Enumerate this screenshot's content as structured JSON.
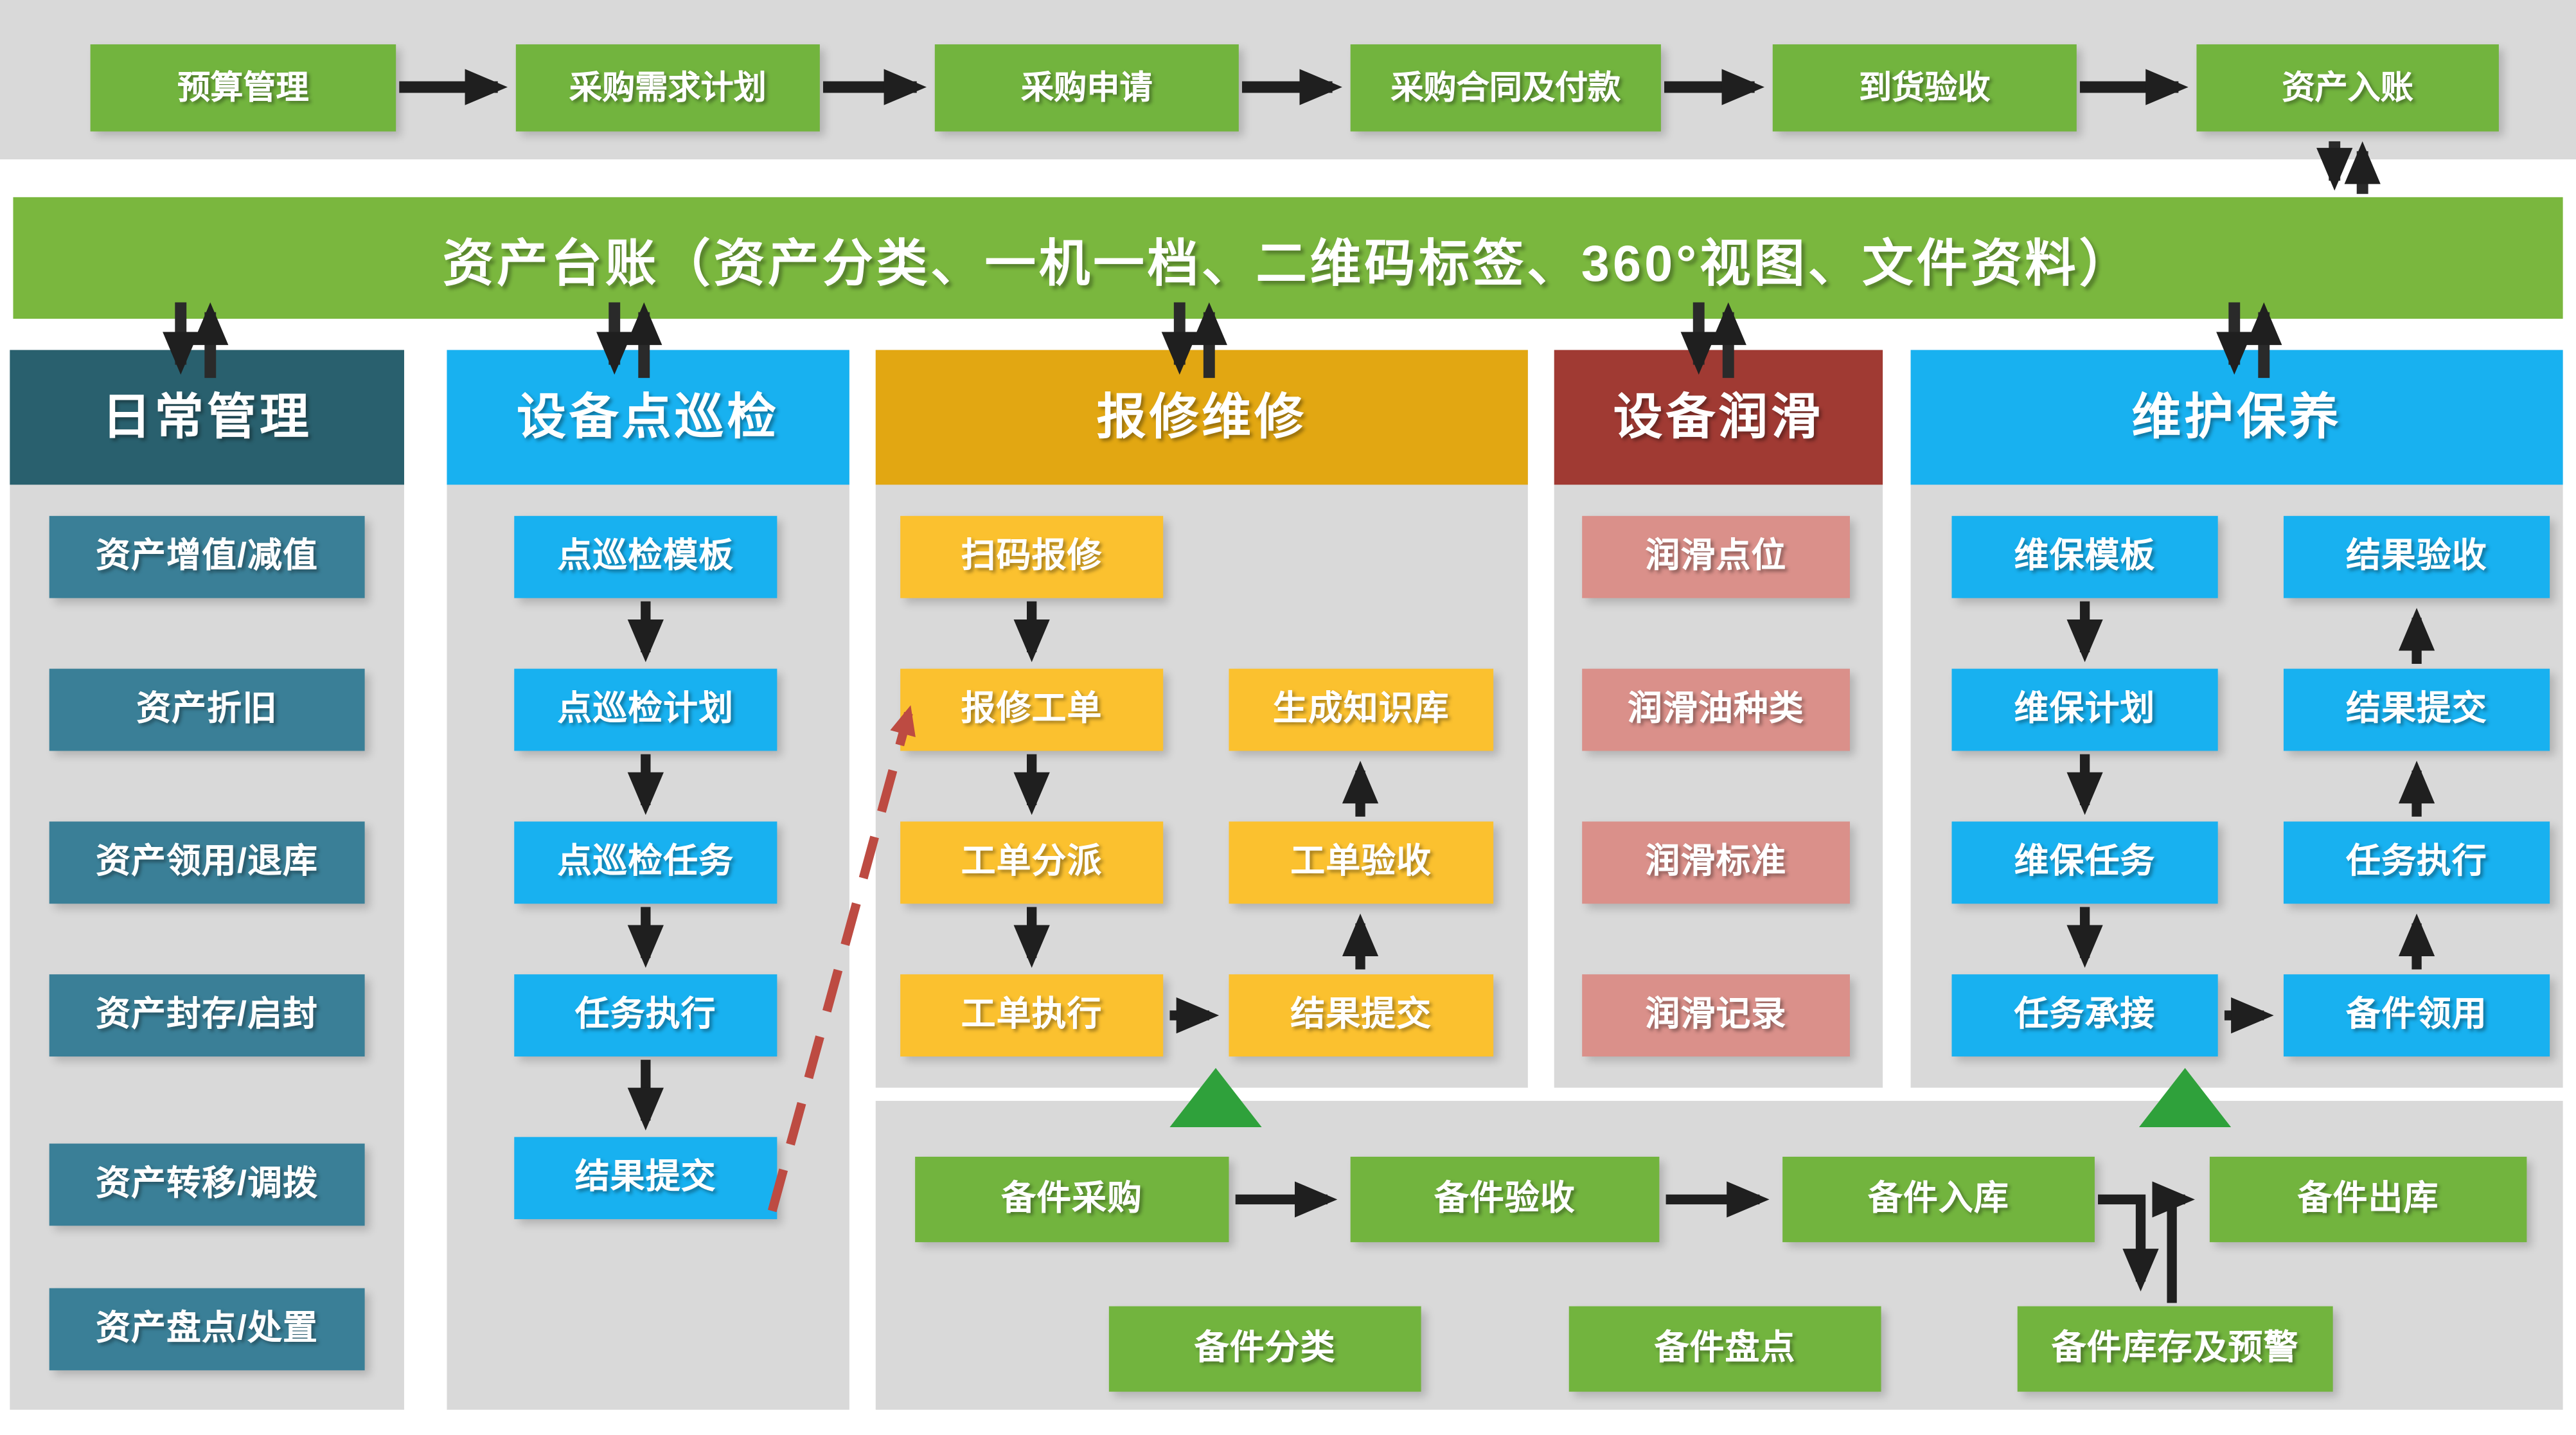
{
  "top_flow": {
    "steps": [
      "预算管理",
      "采购需求计划",
      "采购申请",
      "采购合同及付款",
      "到货验收",
      "资产入账"
    ]
  },
  "banner": {
    "label": "资产台账（资产分类、一机一档、二维码标签、360°视图、文件资料）"
  },
  "columns": [
    {
      "title": "日常管理",
      "items": [
        "资产增值/减值",
        "资产折旧",
        "资产领用/退库",
        "资产封存/启封",
        "资产转移/调拨",
        "资产盘点/处置"
      ]
    },
    {
      "title": "设备点巡检",
      "items": [
        "点巡检模板",
        "点巡检计划",
        "点巡检任务",
        "任务执行",
        "结果提交"
      ]
    },
    {
      "title": "报修维修",
      "left_items": [
        "扫码报修",
        "报修工单",
        "工单分派",
        "工单执行"
      ],
      "right_items": [
        "生成知识库",
        "工单验收",
        "结果提交"
      ]
    },
    {
      "title": "设备润滑",
      "items": [
        "润滑点位",
        "润滑油种类",
        "润滑标准",
        "润滑记录"
      ]
    },
    {
      "title": "维护保养",
      "left_items": [
        "维保模板",
        "维保计划",
        "维保任务",
        "任务承接"
      ],
      "right_items": [
        "结果验收",
        "结果提交",
        "任务执行",
        "备件领用"
      ]
    }
  ],
  "spare_parts": {
    "row1": [
      "备件采购",
      "备件验收",
      "备件入库",
      "备件出库"
    ],
    "row2": [
      "备件分类",
      "备件盘点",
      "备件库存及预警"
    ]
  },
  "colors": {
    "green_box": "#72b43e",
    "banner_green": "#7ab73e",
    "triangle_green": "#2fa13b",
    "dark_teal_header": "#29606e",
    "teal_item": "#3a7f97",
    "bright_blue": "#18b1f0",
    "gold_header": "#e2a712",
    "yellow_item": "#fbc12f",
    "dark_red_header": "#a03a33",
    "pink_item": "#da908a",
    "panel_gray": "#d9d9d9",
    "arrow_black": "#1f1f1f",
    "dashed_red": "#bd4b42"
  }
}
